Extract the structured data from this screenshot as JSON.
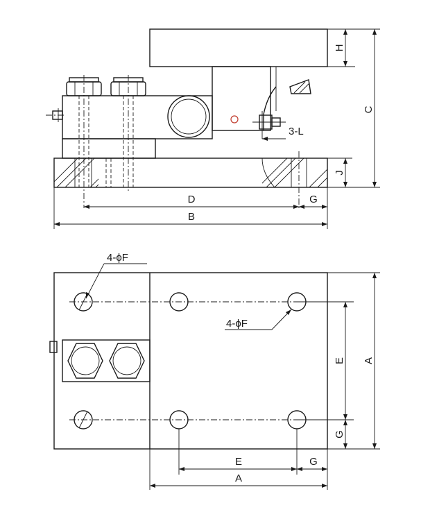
{
  "side_view": {
    "labels": {
      "H": "H",
      "C": "C",
      "J": "J",
      "thread": "3-L",
      "D": "D",
      "G": "G",
      "B": "B"
    }
  },
  "top_view": {
    "labels": {
      "hole_top": "4-ϕF",
      "hole_right": "4-ϕF",
      "E_vertical": "E",
      "A_vertical": "A",
      "G_vertical": "G",
      "E_horizontal": "E",
      "G_horizontal": "G",
      "A_horizontal": "A"
    }
  },
  "colors": {
    "line": "#1a1a1a",
    "hole_mark": "#c0392b",
    "background": "#ffffff"
  }
}
